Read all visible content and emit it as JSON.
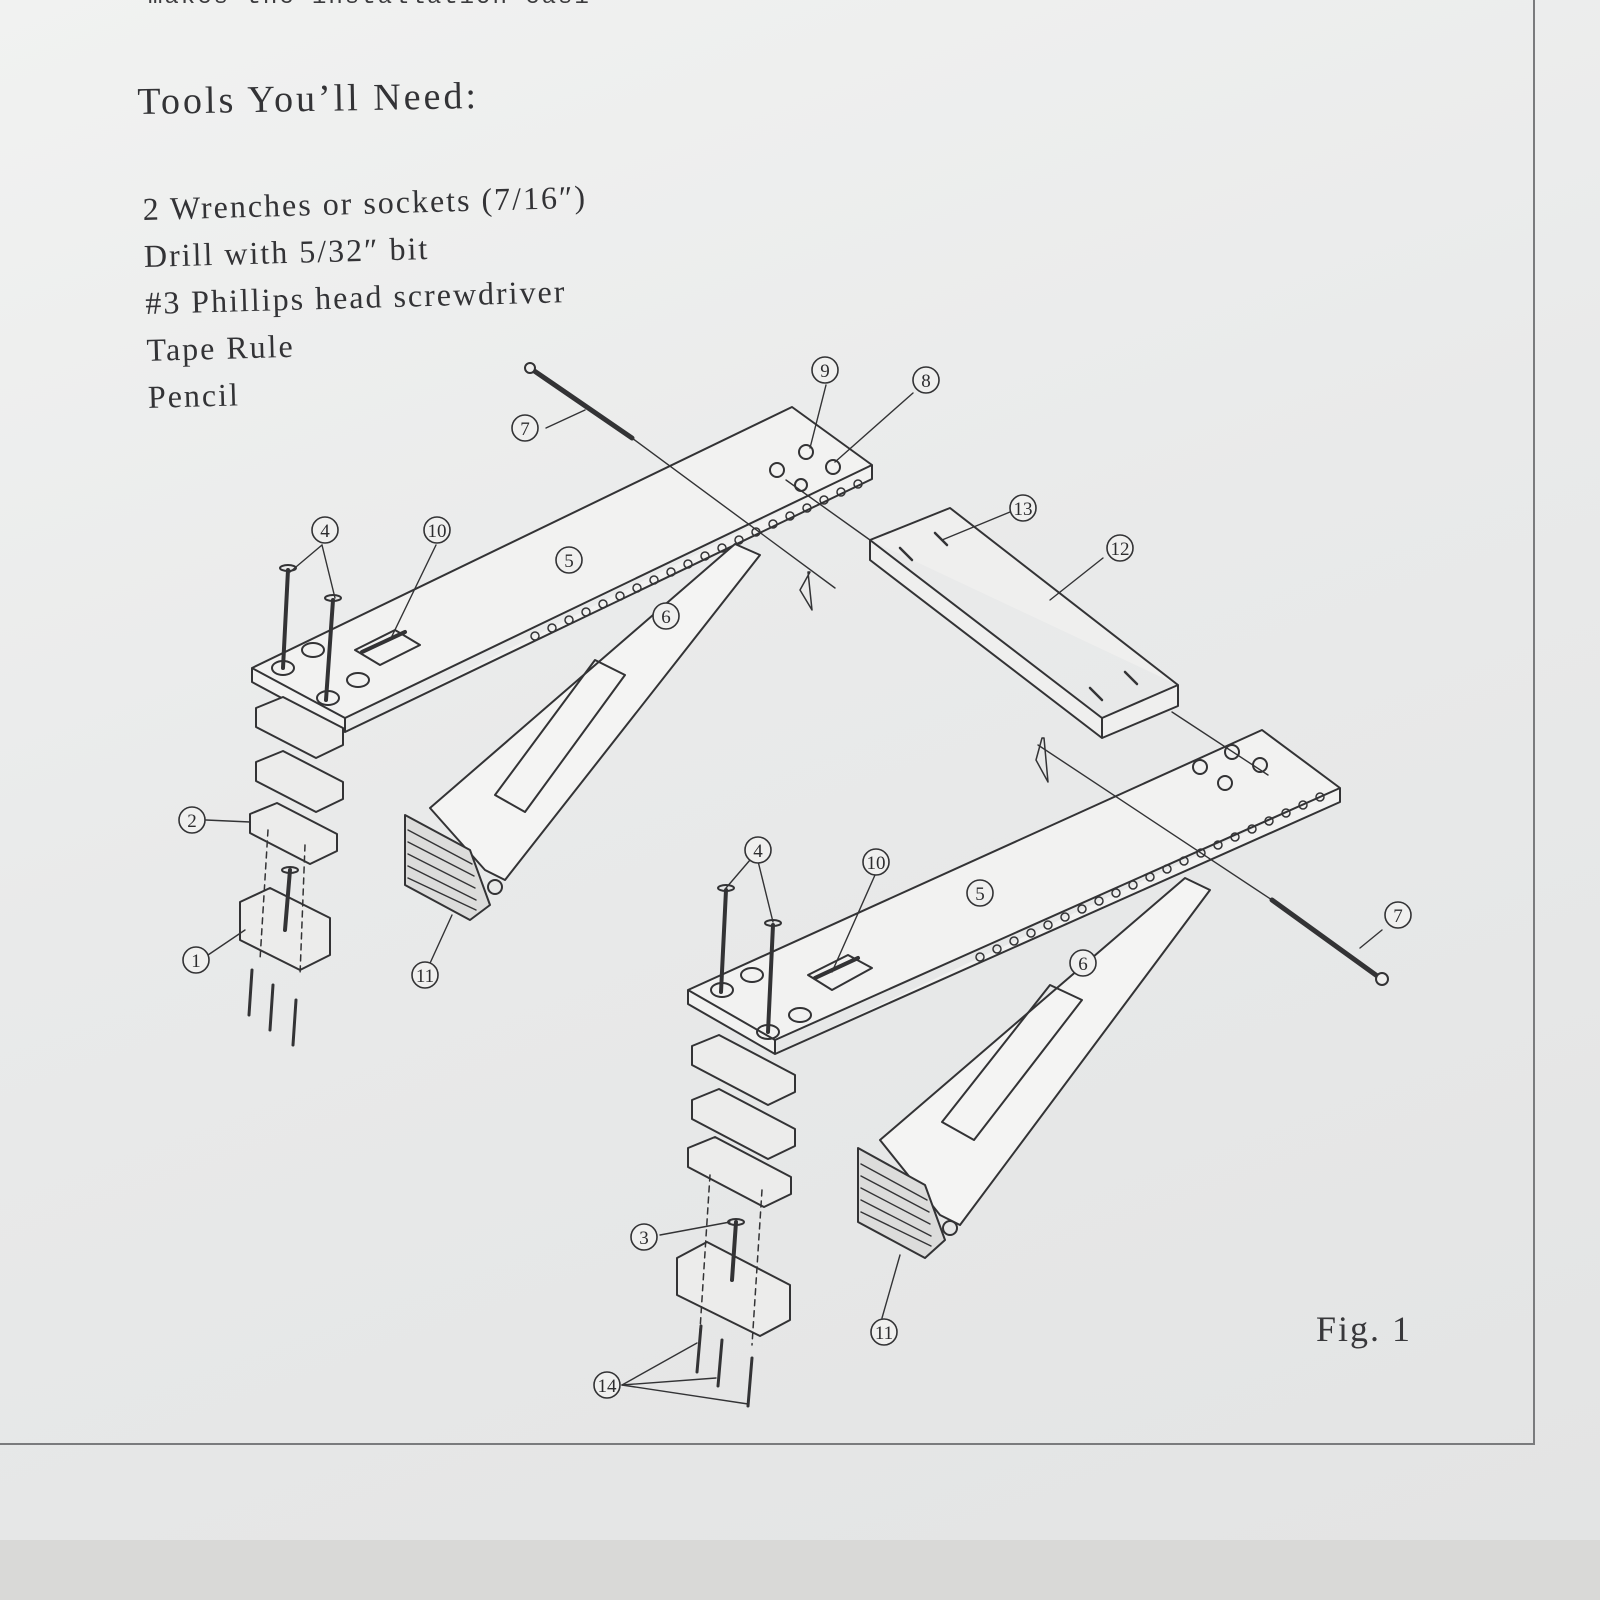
{
  "document": {
    "top_line": "makes the installation easi",
    "heading": "Tools You’ll Need:",
    "tools": [
      "2 Wrenches or sockets (7/16″)",
      "Drill with 5/32″ bit",
      "#3 Phillips head screwdriver",
      "Tape Rule",
      "Pencil"
    ],
    "figure_label": "Fig. 1"
  },
  "diagram": {
    "callouts": [
      "1",
      "2",
      "3",
      "4",
      "5",
      "6",
      "7",
      "8",
      "9",
      "10",
      "11",
      "12",
      "13",
      "14"
    ]
  },
  "colors": {
    "ink": "#2d2d2f",
    "paper": "#ededec",
    "background": "#d9d9d7"
  }
}
